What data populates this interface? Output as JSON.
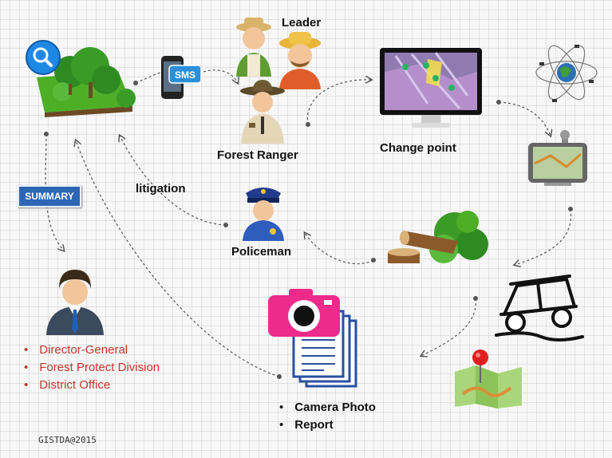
{
  "labels": {
    "leader": "Leader",
    "forest_ranger": "Forest Ranger",
    "change_point": "Change point",
    "litigation": "litigation",
    "policeman": "Policeman",
    "sms": "SMS",
    "summary": "SUMMARY"
  },
  "authorities": [
    "Director-General",
    "Forest Protect Division",
    "District Office"
  ],
  "outputs": [
    "Camera Photo",
    "Report"
  ],
  "footer": "GISTDA@2015",
  "colors": {
    "authority_text": "#c0392b",
    "sms_badge": "#2a8fd8",
    "summary_badge": "#2d66b3",
    "camera": "#ee2a8a",
    "map_pin": "#e02020"
  },
  "icons": [
    "forest-icon",
    "magnifier-icon",
    "phone-sms-icon",
    "leader-farmers-icon",
    "forest-ranger-icon",
    "monitor-map-icon",
    "satellite-icon",
    "gps-device-icon",
    "fallen-tree-icon",
    "offroad-vehicle-icon",
    "map-pin-icon",
    "policeman-icon",
    "camera-icon",
    "report-icon",
    "summary-badge-icon",
    "director-general-icon"
  ]
}
